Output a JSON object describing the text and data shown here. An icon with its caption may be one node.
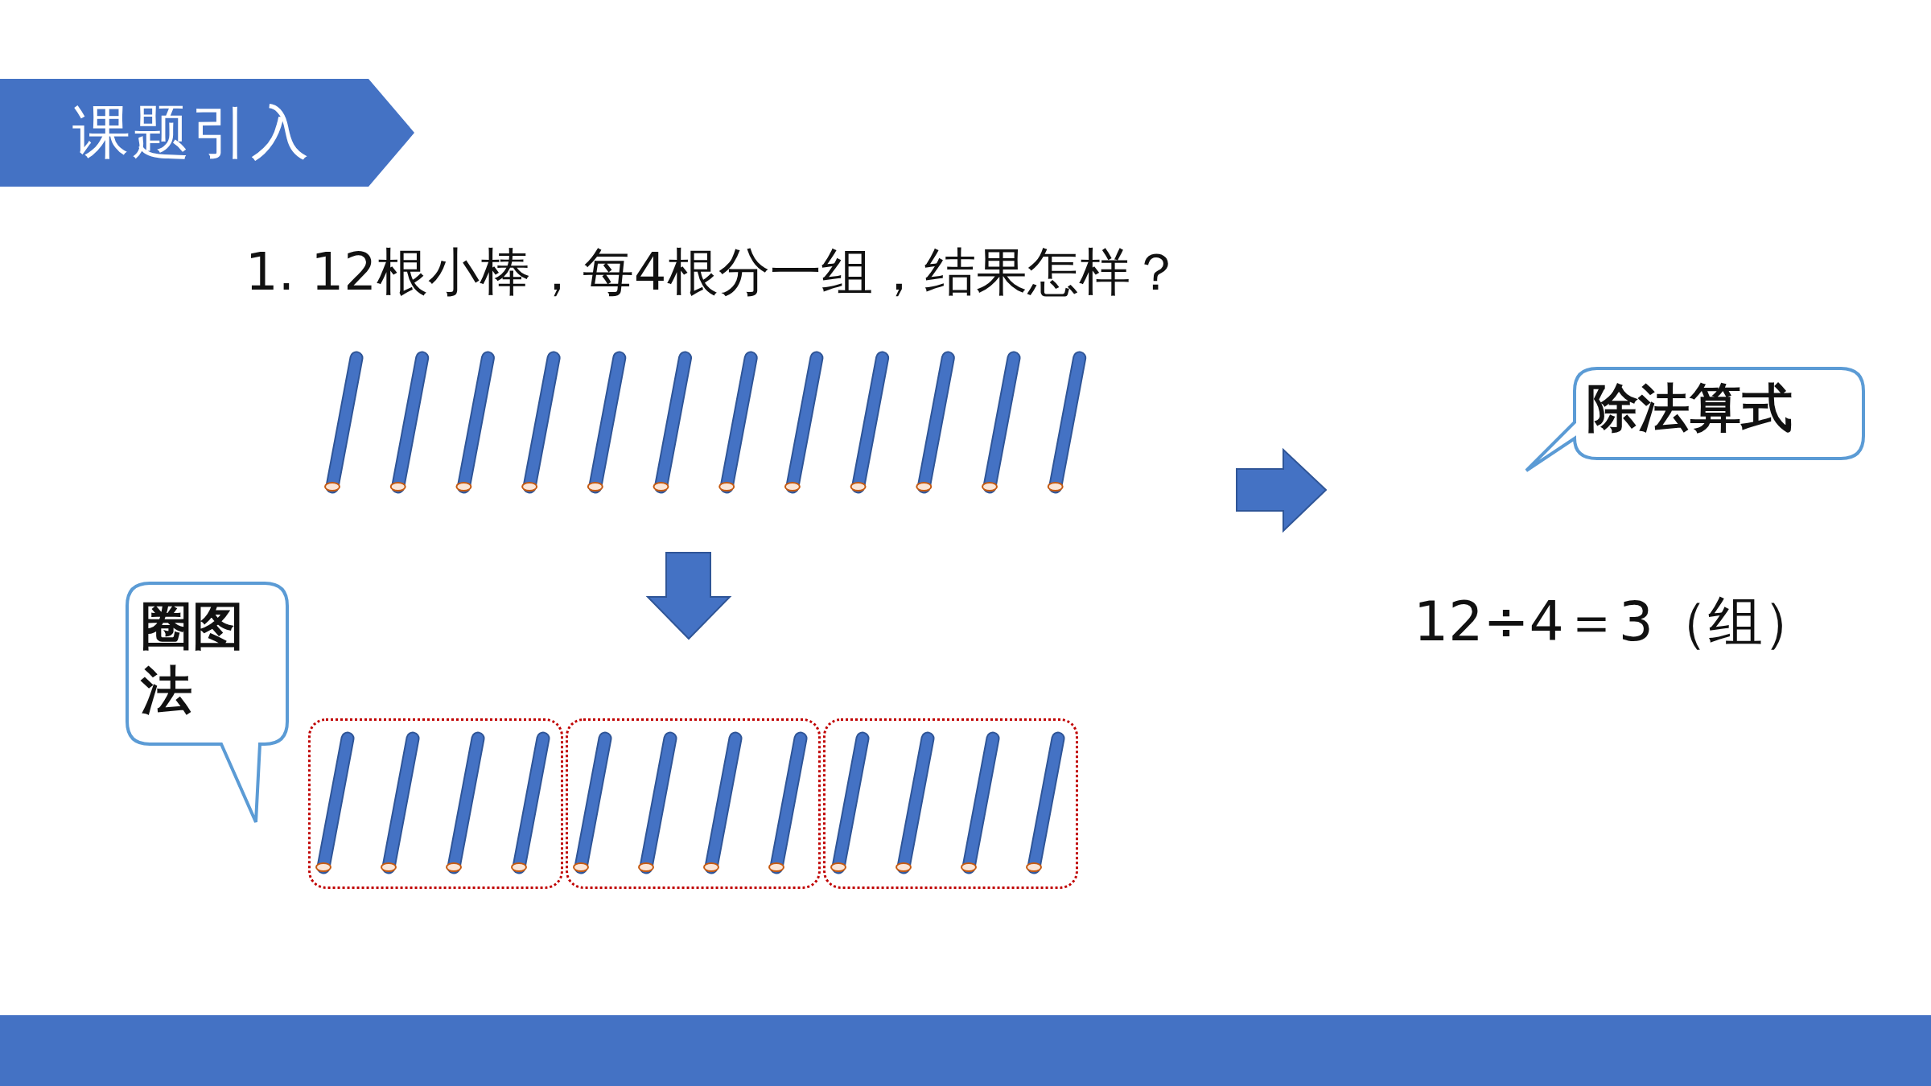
{
  "diagram": {
    "title": "课题引入",
    "nodes": [
      {
        "text": [
          "除法算式"
        ]
      },
      {
        "text": [
          "圈图法"
        ]
      },
      {
        "text": [],
        "shape": "box"
      },
      {
        "text": [],
        "shape": "box"
      },
      {
        "text": [],
        "shape": "box"
      }
    ],
    "labels": [
      "1. 12根小棒，每4根分一组，结果怎样？",
      "12÷4＝3（组）"
    ]
  }
}
